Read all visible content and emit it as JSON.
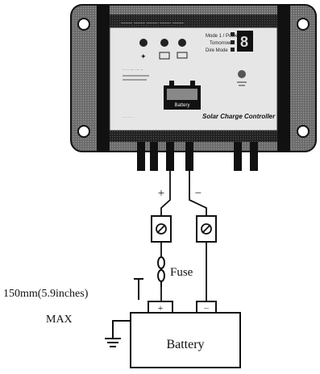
{
  "controller": {
    "label": "Solar Charge Controller",
    "top_header_text": "—— —— ——  ——  ——",
    "panel_left_text": "·· ·· ··· ··· ··",
    "side_labels": [
      "Mode 1 / Power",
      "Tomorrow 2",
      "Dire Mode"
    ],
    "digit_display": "8",
    "battery_label": "Battery"
  },
  "wiring": {
    "plus_symbol": "+",
    "minus_symbol": "−",
    "fuse_label": "Fuse",
    "distance_label": "150mm(5.9inches)",
    "max_label": "MAX"
  },
  "battery": {
    "label": "Battery",
    "plus_symbol": "+",
    "minus_terminal_text": "—"
  }
}
